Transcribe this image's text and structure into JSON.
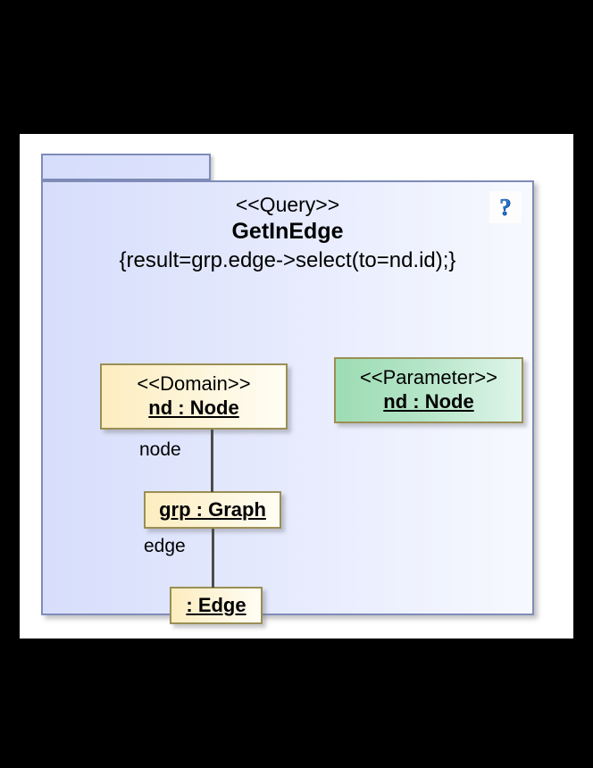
{
  "diagram": {
    "type": "uml-query-package-diagram",
    "canvas_background": "#ffffff",
    "page_background": "#000000"
  },
  "package": {
    "stereotype": "<<Query>>",
    "name": "GetInEdge",
    "constraint": "{result=grp.edge->select(to=nd.id);}",
    "fill_start": "#d7defb",
    "fill_end": "#f7f9ff",
    "border_color": "#7f8cb8",
    "tab_label": ""
  },
  "help_icon": {
    "name": "question-mark-icon",
    "glyph": "?",
    "color": "#1f6fd0",
    "background": "#fdfdfd"
  },
  "objects": [
    {
      "id": "domain-node",
      "stereotype": "<<Domain>>",
      "name": "nd : Node",
      "fill_start": "#fdedc0",
      "fill_end": "#fffdf4",
      "border_color": "#9a8f55"
    },
    {
      "id": "parameter-node",
      "stereotype": "<<Parameter>>",
      "name": "nd : Node",
      "fill_start": "#9ddcb4",
      "fill_end": "#dff5ea",
      "border_color": "#9a8f55"
    },
    {
      "id": "graph-object",
      "stereotype": "",
      "name": "grp : Graph",
      "fill_start": "#fdedc0",
      "fill_end": "#fffdf4",
      "border_color": "#9a8f55"
    },
    {
      "id": "edge-object",
      "stereotype": "",
      "name": ": Edge",
      "fill_start": "#fdedc0",
      "fill_end": "#fffdf4",
      "border_color": "#9a8f55"
    }
  ],
  "connectors": [
    {
      "id": "node-link",
      "label": "node",
      "from": "domain-node",
      "to": "graph-object",
      "color": "#4c4c4c"
    },
    {
      "id": "edge-link",
      "label": "edge",
      "from": "graph-object",
      "to": "edge-object",
      "color": "#4c4c4c"
    }
  ]
}
